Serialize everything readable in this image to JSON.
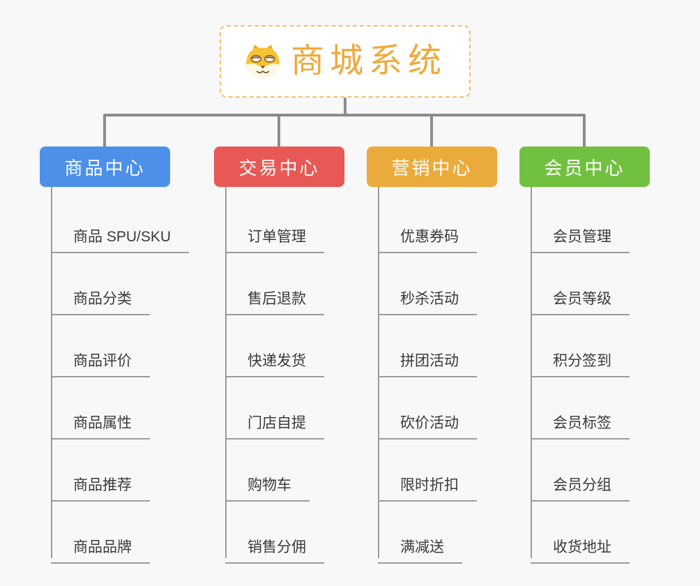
{
  "root": {
    "title": "商城系统",
    "icon": "dog-face-icon",
    "title_color": "#f0a93c",
    "border_color": "#f3be6b"
  },
  "connector_color": "#8c8c8c",
  "branches": [
    {
      "id": "product",
      "label": "商品中心",
      "color": "#4c90ea",
      "items": [
        "商品 SPU/SKU",
        "商品分类",
        "商品评价",
        "商品属性",
        "商品推荐",
        "商品品牌"
      ]
    },
    {
      "id": "trade",
      "label": "交易中心",
      "color": "#e85955",
      "items": [
        "订单管理",
        "售后退款",
        "快递发货",
        "门店自提",
        "购物车",
        "销售分佣"
      ]
    },
    {
      "id": "marketing",
      "label": "营销中心",
      "color": "#ebab3c",
      "items": [
        "优惠券码",
        "秒杀活动",
        "拼团活动",
        "砍价活动",
        "限时折扣",
        "满减送"
      ]
    },
    {
      "id": "member",
      "label": "会员中心",
      "color": "#72c040",
      "items": [
        "会员管理",
        "会员等级",
        "积分签到",
        "会员标签",
        "会员分组",
        "收货地址"
      ]
    }
  ]
}
